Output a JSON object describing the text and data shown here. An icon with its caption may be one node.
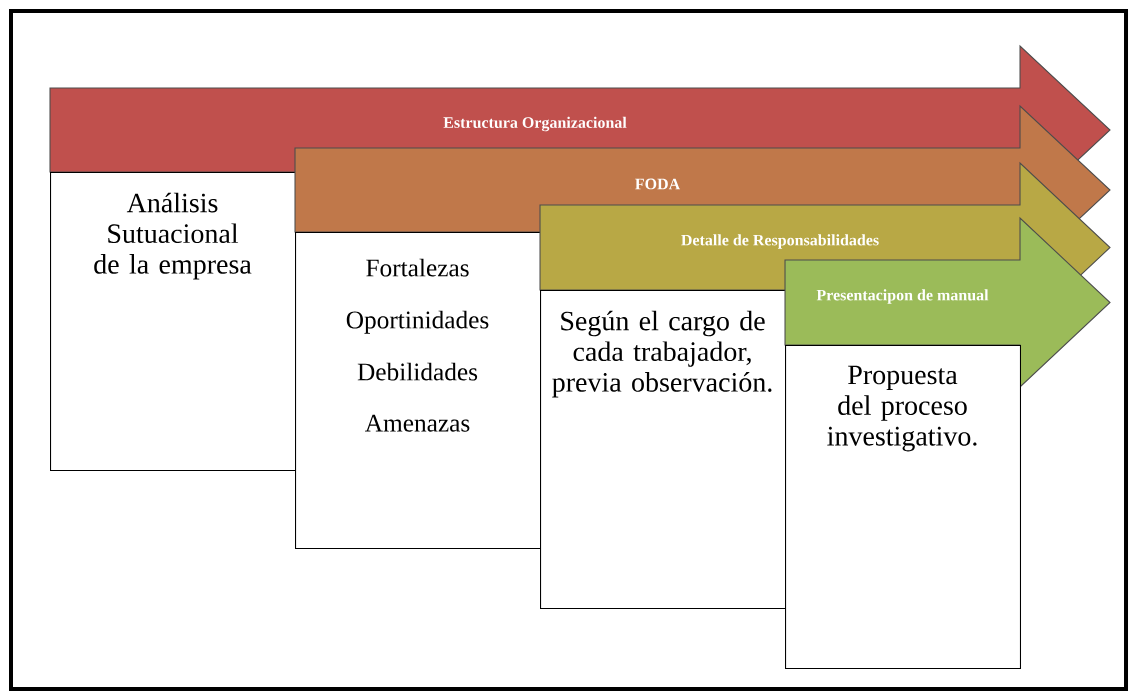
{
  "diagram": {
    "nodes": [
      {
        "text": [
          "Estructura Organizacional"
        ]
      },
      {
        "text": [
          "Análisis Sutuacional de la empresa"
        ]
      },
      {
        "text": [
          "FODA"
        ]
      },
      {
        "text": [
          "Fortalezas",
          "Oportinidades",
          "Debilidades",
          "Amenazas"
        ]
      },
      {
        "text": [
          "Detalle de Responsabilidades"
        ]
      },
      {
        "text": [
          "Según el cargo de cada trabajador, previa observación."
        ]
      },
      {
        "text": [
          "Presentacipon de manual"
        ]
      },
      {
        "text": [
          "Propuesta del proceso investigativo."
        ]
      }
    ]
  }
}
